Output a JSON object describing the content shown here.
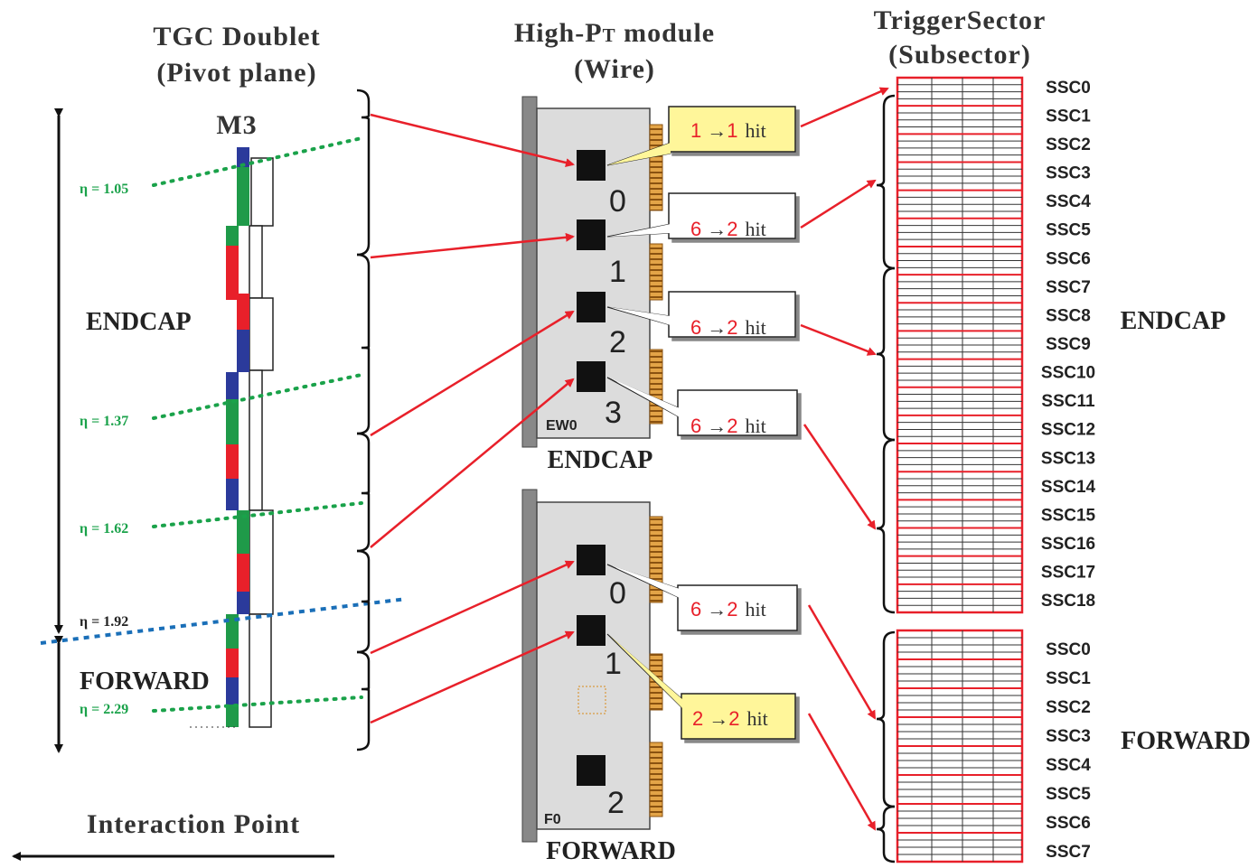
{
  "titles": {
    "tgc_line1": "TGC Doublet",
    "tgc_line2": "(Pivot plane)",
    "highpt_line1_prefix": "High-P",
    "highpt_line1_sub": "T",
    "highpt_line1_suffix": "module",
    "highpt_line2": "(Wire)",
    "trigger_line1": "TriggerSector",
    "trigger_line2": "(Subsector)"
  },
  "left": {
    "station": "M3",
    "endcap": "ENDCAP",
    "forward": "FORWARD",
    "interaction_point": "Interaction Point",
    "eta_labels": [
      "η = 1.05",
      "η = 1.37",
      "η = 1.62",
      "η = 1.92",
      "η = 2.29"
    ]
  },
  "modules": {
    "endcap_name": "EW0",
    "endcap_label": "ENDCAP",
    "endcap_chips": [
      "0",
      "1",
      "2",
      "3"
    ],
    "forward_name": "F0",
    "forward_label": "FORWARD",
    "forward_chips": [
      "0",
      "1",
      "2"
    ]
  },
  "callouts": [
    {
      "from": "1",
      "to": "1",
      "arrow": "→",
      "word": "hit"
    },
    {
      "from": "6",
      "to": "2",
      "arrow": "→",
      "word": "hit"
    },
    {
      "from": "6",
      "to": "2",
      "arrow": "→",
      "word": "hit"
    },
    {
      "from": "6",
      "to": "2",
      "arrow": "→",
      "word": "hit"
    },
    {
      "from": "6",
      "to": "2",
      "arrow": "→",
      "word": "hit"
    },
    {
      "from": "2",
      "to": "2",
      "arrow": "→",
      "word": "hit"
    }
  ],
  "sectors": {
    "endcap_label": "ENDCAP",
    "forward_label": "FORWARD",
    "endcap_ssc": [
      "SSC0",
      "SSC1",
      "SSC2",
      "SSC3",
      "SSC4",
      "SSC5",
      "SSC6",
      "SSC7",
      "SSC8",
      "SSC9",
      "SSC10",
      "SSC11",
      "SSC12",
      "SSC13",
      "SSC14",
      "SSC15",
      "SSC16",
      "SSC17",
      "SSC18"
    ],
    "forward_ssc": [
      "SSC0",
      "SSC1",
      "SSC2",
      "SSC3",
      "SSC4",
      "SSC5",
      "SSC6",
      "SSC7"
    ]
  },
  "colors": {
    "red": "#e8202a",
    "green_eta": "#1aa24a",
    "blue_line": "#1a6fb8",
    "yellow_callout": "#fff69a",
    "module_gray": "#dcdcdc",
    "connector": "#d98a1a"
  }
}
